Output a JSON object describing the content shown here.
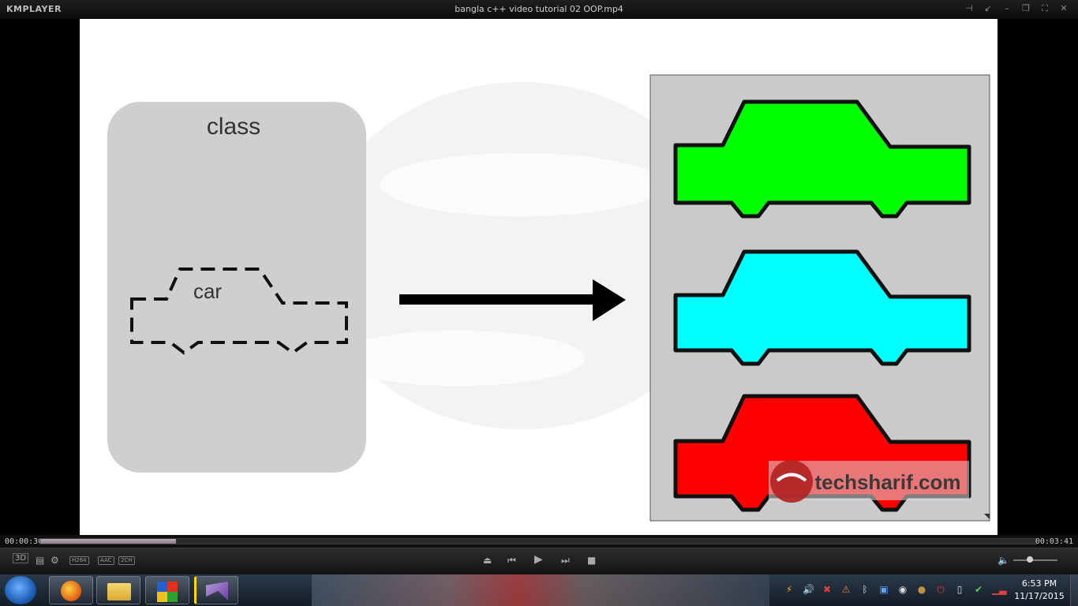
{
  "window": {
    "app_logo": "KMPLAYER",
    "title": "bangla c++  video tutorial 02 OOP.mp4",
    "buttons": [
      "pin-icon",
      "compact-icon",
      "minimize-icon",
      "restore-icon",
      "fullscreen-icon",
      "close-icon"
    ]
  },
  "video": {
    "class_label": "class",
    "car_label": "car",
    "car_colors": [
      "#00ff00",
      "#00ffff",
      "#ff0000"
    ],
    "watermark": "techsharif.com"
  },
  "player": {
    "elapsed": "00:00:30",
    "total": "00:03:41",
    "progress": 0.136,
    "badges": [
      "H264",
      "AAC",
      "2CH"
    ],
    "volume": 0.37
  },
  "taskbar": {
    "time": "6:53 PM",
    "date": "11/17/2015",
    "apps": [
      "firefox-icon",
      "file-explorer-icon",
      "office-icon",
      "visual-studio-icon"
    ]
  }
}
